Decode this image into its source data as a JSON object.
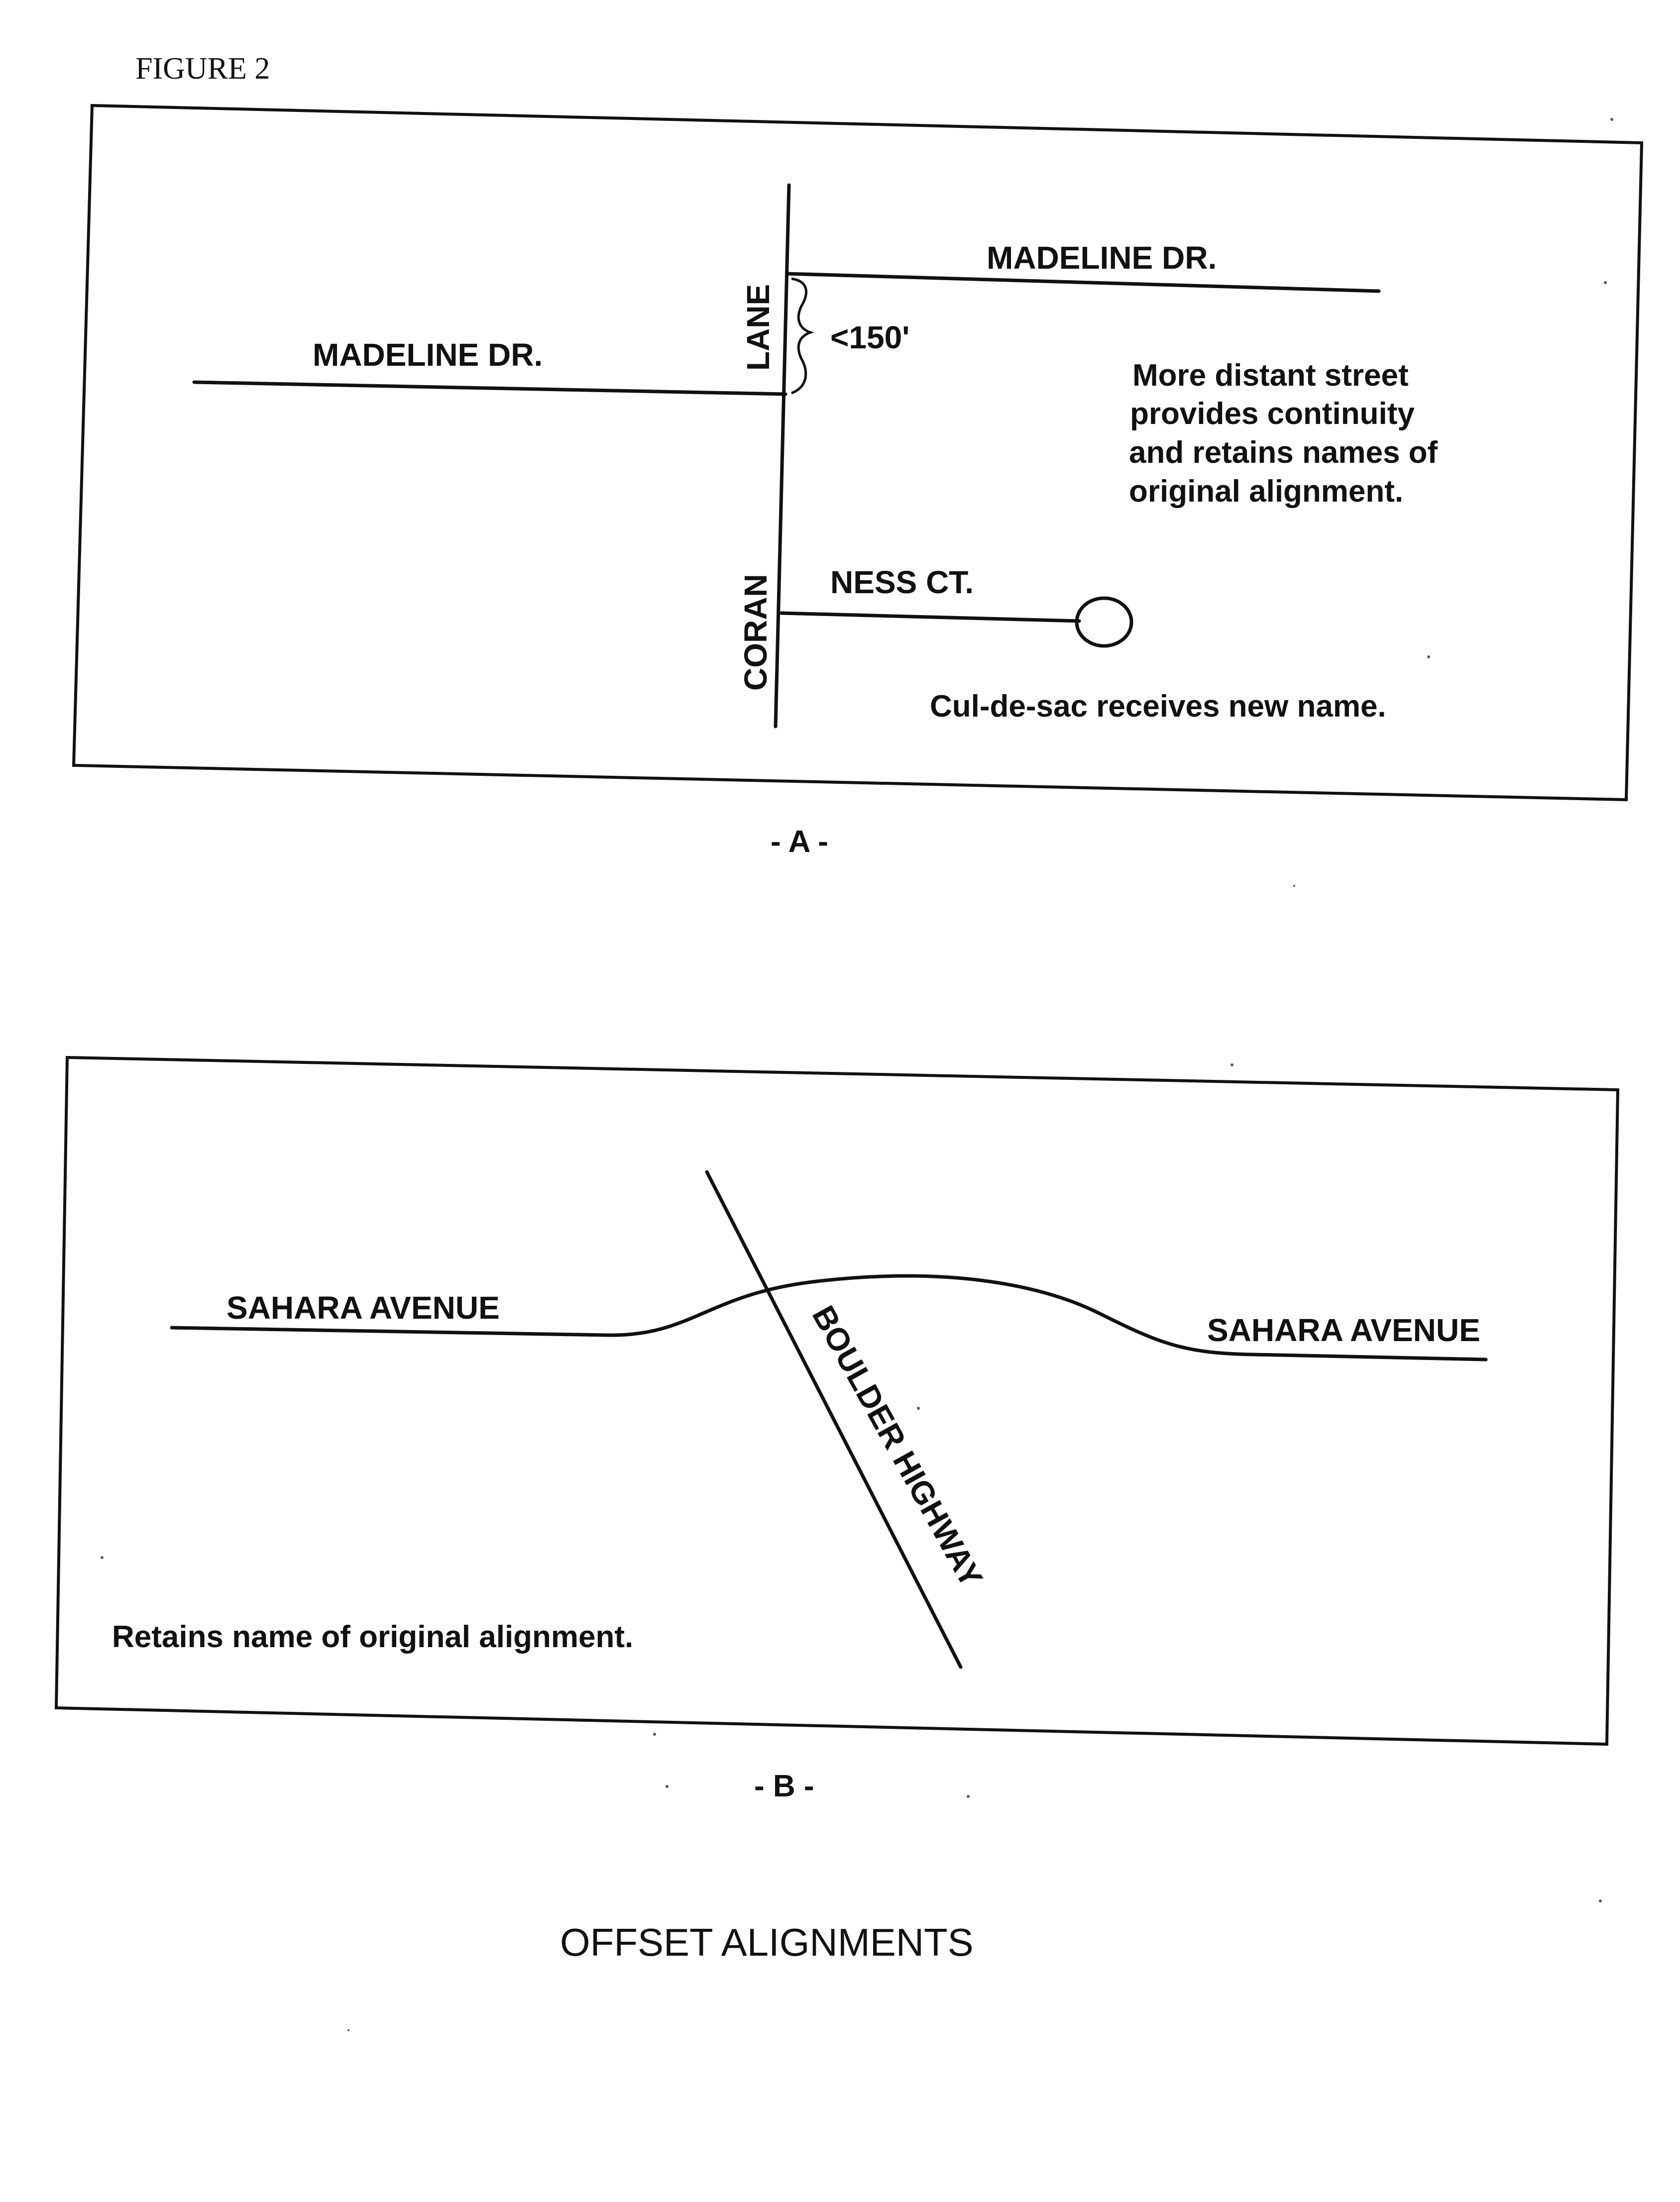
{
  "figure_label": "FIGURE 2",
  "panel_a": {
    "tag": "- A -",
    "madeline_west": "MADELINE DR.",
    "madeline_east": "MADELINE DR.",
    "lane": "LANE",
    "coran": "CORAN",
    "offset_label": "<150'",
    "ness_ct": "NESS CT.",
    "note_lines": [
      "More distant street",
      "provides continuity",
      "and retains names of",
      "original alignment."
    ],
    "culdesac_note": "Cul-de-sac receives new name."
  },
  "panel_b": {
    "tag": "- B -",
    "sahara_west": "SAHARA AVENUE",
    "sahara_east": "SAHARA AVENUE",
    "boulder": "BOULDER HIGHWAY",
    "note": "Retains name of original alignment."
  },
  "title": "OFFSET ALIGNMENTS"
}
